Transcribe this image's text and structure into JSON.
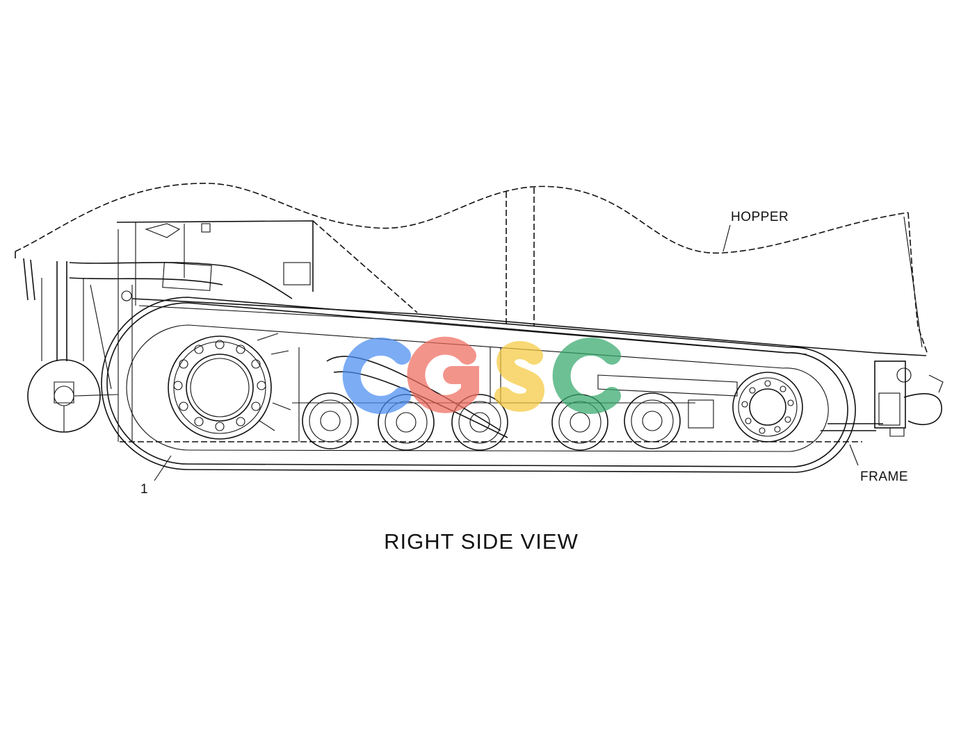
{
  "labels": {
    "hopper": "HOPPER",
    "frame": "FRAME",
    "item_1": "1",
    "view_title": "RIGHT SIDE VIEW"
  },
  "watermark": {
    "text": "CGSC",
    "colors": [
      "#4a8cf0",
      "#ee6b5e",
      "#f5c93f",
      "#35a86b"
    ]
  }
}
